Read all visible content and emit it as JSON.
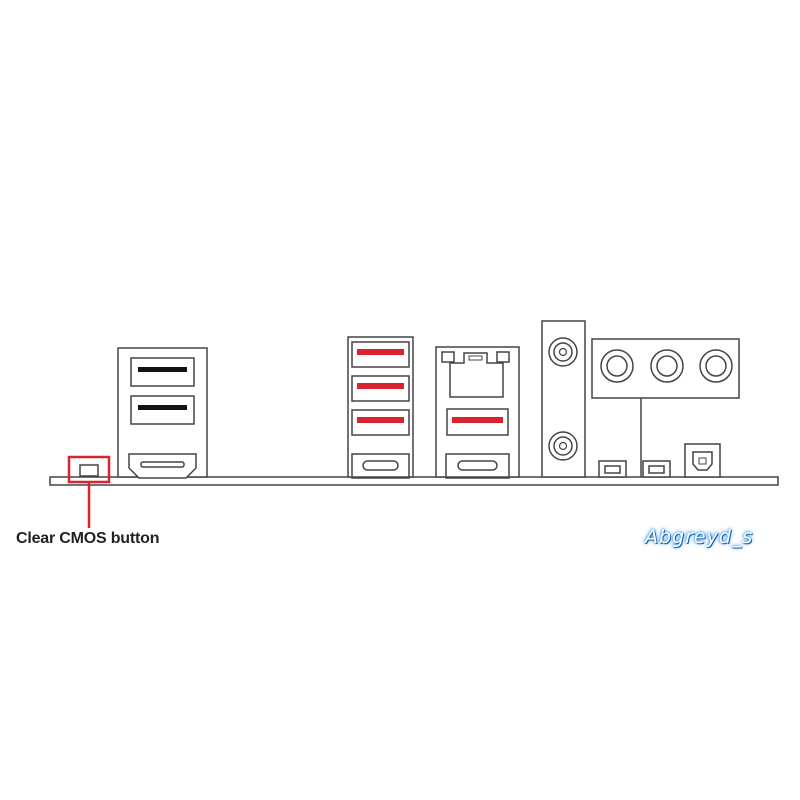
{
  "callout": {
    "label": "Clear CMOS button",
    "highlight_color": "#d9232e"
  },
  "watermark": {
    "text": "Abgreyd_s",
    "glow_color": "#1a7fd6"
  },
  "colors": {
    "outline": "#444444",
    "usb_red": "#d9232e",
    "usb_black": "#111111"
  },
  "ports": [
    {
      "name": "clear-cmos-button",
      "icon": "clear-cmos-button-icon"
    },
    {
      "name": "usb-a-port-black",
      "icon": "usb-a-icon"
    },
    {
      "name": "usb-a-port-black",
      "icon": "usb-a-icon"
    },
    {
      "name": "hdmi-port",
      "icon": "hdmi-icon"
    },
    {
      "name": "usb-a-port-red",
      "icon": "usb-a-icon"
    },
    {
      "name": "usb-a-port-red",
      "icon": "usb-a-icon"
    },
    {
      "name": "usb-a-port-red",
      "icon": "usb-a-icon"
    },
    {
      "name": "usb-c-port",
      "icon": "usb-c-icon"
    },
    {
      "name": "ethernet-port",
      "icon": "rj45-icon"
    },
    {
      "name": "usb-a-port-red",
      "icon": "usb-a-icon"
    },
    {
      "name": "usb-c-port",
      "icon": "usb-c-icon"
    },
    {
      "name": "wifi-antenna-connector",
      "icon": "antenna-connector-icon"
    },
    {
      "name": "wifi-antenna-connector",
      "icon": "antenna-connector-icon"
    },
    {
      "name": "audio-jack",
      "icon": "audio-jack-icon"
    },
    {
      "name": "audio-jack",
      "icon": "audio-jack-icon"
    },
    {
      "name": "audio-jack",
      "icon": "audio-jack-icon"
    },
    {
      "name": "small-button",
      "icon": "button-icon"
    },
    {
      "name": "small-button",
      "icon": "button-icon"
    },
    {
      "name": "optical-spdif-port",
      "icon": "optical-out-icon"
    }
  ]
}
